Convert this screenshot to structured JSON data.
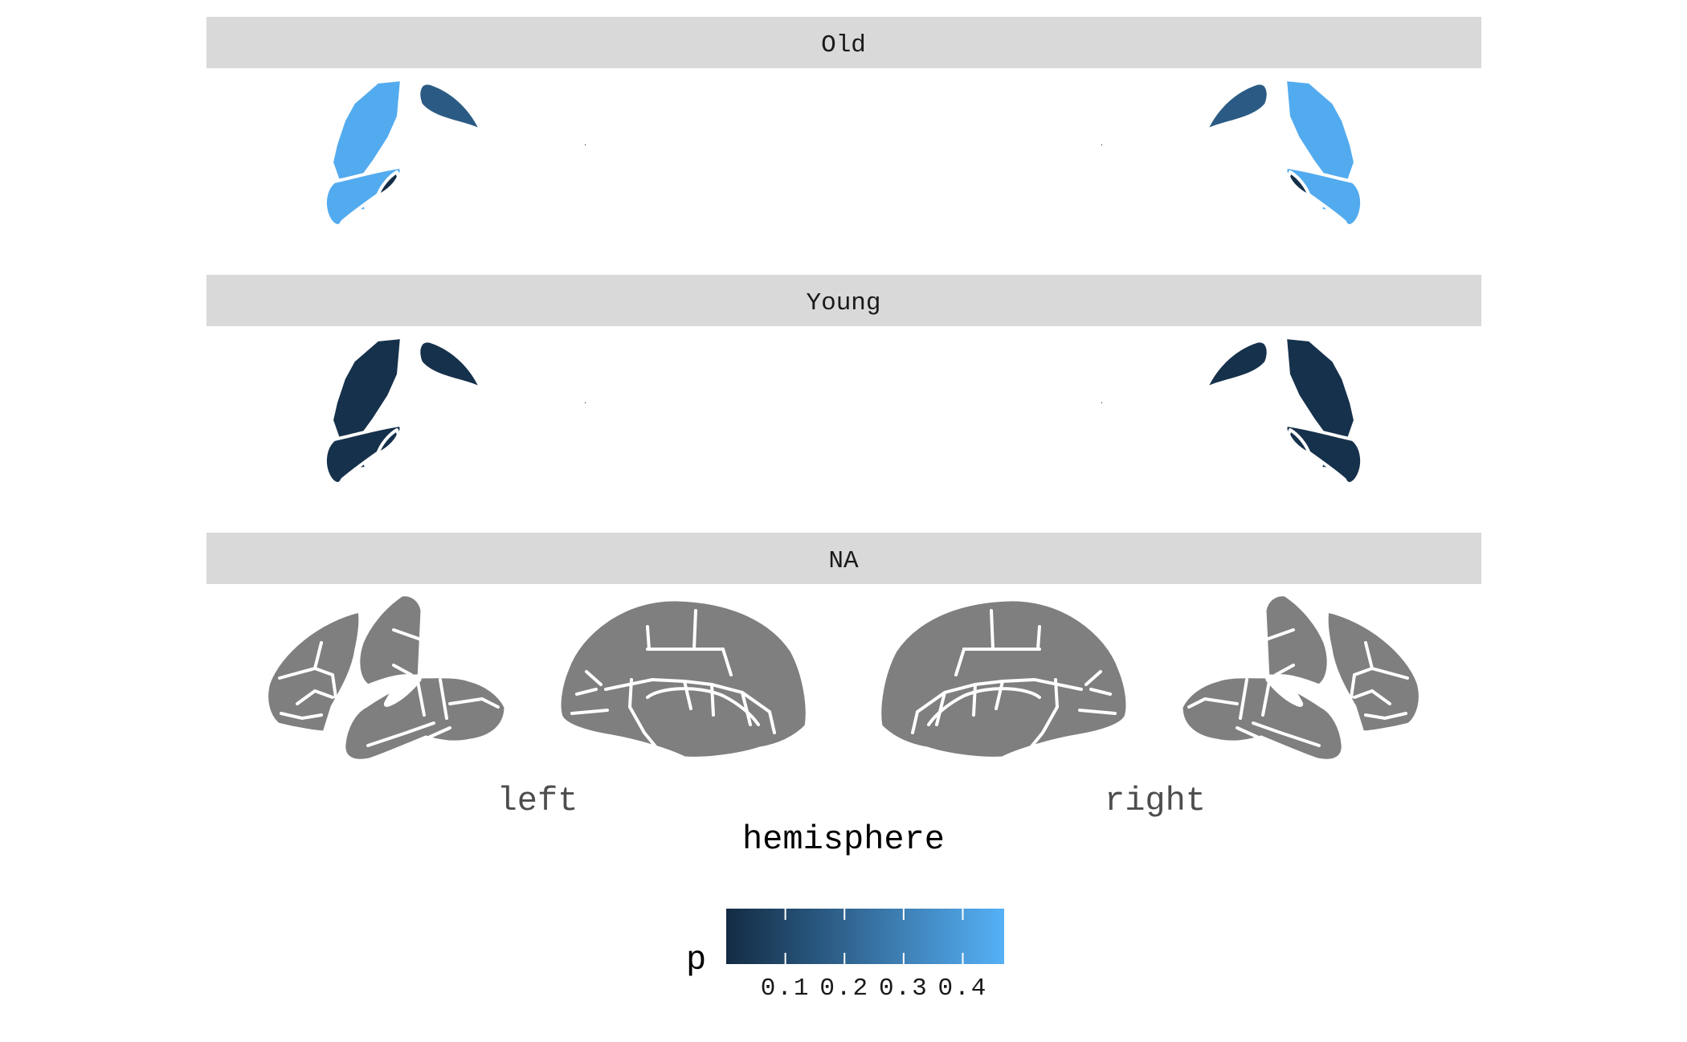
{
  "chart_data": {
    "type": "brain-atlas",
    "facets": [
      {
        "label": "Old",
        "regions": [
          {
            "id": "lh-lat-frontal",
            "p": 0.45
          },
          {
            "id": "lh-lat-cap",
            "p": 0.17
          },
          {
            "id": "lh-lat-temporal",
            "p": 0.45
          },
          {
            "id": "lh-lat-small",
            "p": 0.01
          },
          {
            "id": "rh-lat-frontal",
            "p": 0.45
          },
          {
            "id": "rh-lat-cap",
            "p": 0.17
          },
          {
            "id": "rh-lat-temporal",
            "p": 0.45
          },
          {
            "id": "rh-lat-small",
            "p": 0.01
          }
        ]
      },
      {
        "label": "Young",
        "regions": [
          {
            "id": "lh-lat-frontal",
            "p": 0.02
          },
          {
            "id": "lh-lat-cap",
            "p": 0.02
          },
          {
            "id": "lh-lat-temporal",
            "p": 0.02
          },
          {
            "id": "lh-lat-small",
            "p": 0.02
          },
          {
            "id": "rh-lat-frontal",
            "p": 0.02
          },
          {
            "id": "rh-lat-cap",
            "p": 0.02
          },
          {
            "id": "rh-lat-temporal",
            "p": 0.02
          },
          {
            "id": "rh-lat-small",
            "p": 0.02
          }
        ]
      },
      {
        "label": "NA",
        "regions": []
      }
    ],
    "xlabel": "hemisphere",
    "x_ticks": [
      "left",
      "right"
    ],
    "legend": {
      "title": "p",
      "ticks": [
        "0.1",
        "0.2",
        "0.3",
        "0.4"
      ],
      "tick_values": [
        0.1,
        0.2,
        0.3,
        0.4
      ],
      "range": [
        0,
        0.47
      ],
      "low_color": "#132B43",
      "high_color": "#56B1F7",
      "position": "bottom"
    },
    "na_color": "#7f7f7f",
    "strip_color": "#d9d9d9"
  }
}
